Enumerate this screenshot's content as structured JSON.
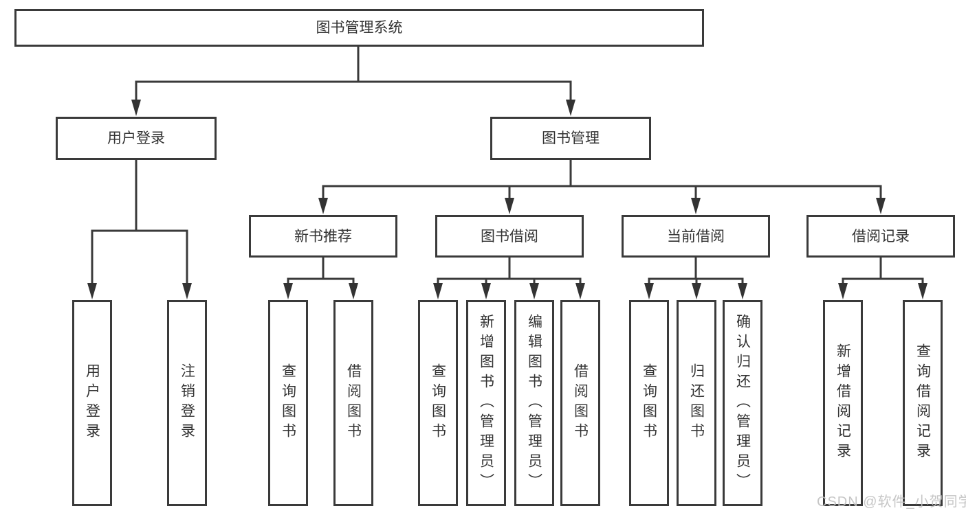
{
  "diagram": {
    "root": {
      "label": "图书管理系统",
      "children": [
        {
          "label": "用户登录",
          "children": [
            {
              "label": "用户登录"
            },
            {
              "label": "注销登录"
            }
          ]
        },
        {
          "label": "图书管理",
          "children": [
            {
              "label": "新书推荐",
              "children": [
                {
                  "label": "查询图书"
                },
                {
                  "label": "借阅图书"
                }
              ]
            },
            {
              "label": "图书借阅",
              "children": [
                {
                  "label": "查询图书"
                },
                {
                  "label": "新增图书（管理员）"
                },
                {
                  "label": "编辑图书（管理员）"
                },
                {
                  "label": "借阅图书"
                }
              ]
            },
            {
              "label": "当前借阅",
              "children": [
                {
                  "label": "查询图书"
                },
                {
                  "label": "归还图书"
                },
                {
                  "label": "确认归还（管理员）"
                }
              ]
            },
            {
              "label": "借阅记录",
              "children": [
                {
                  "label": "新增借阅记录"
                },
                {
                  "label": "查询借阅记录"
                }
              ]
            }
          ]
        }
      ]
    }
  },
  "watermark": {
    "text": "CSDN @软件_小贺同学",
    "color": "#c1c1c1"
  },
  "colors": {
    "line": "#3a3a3a",
    "box_border": "#3a3a3a",
    "text": "#333333",
    "background": "#ffffff"
  }
}
